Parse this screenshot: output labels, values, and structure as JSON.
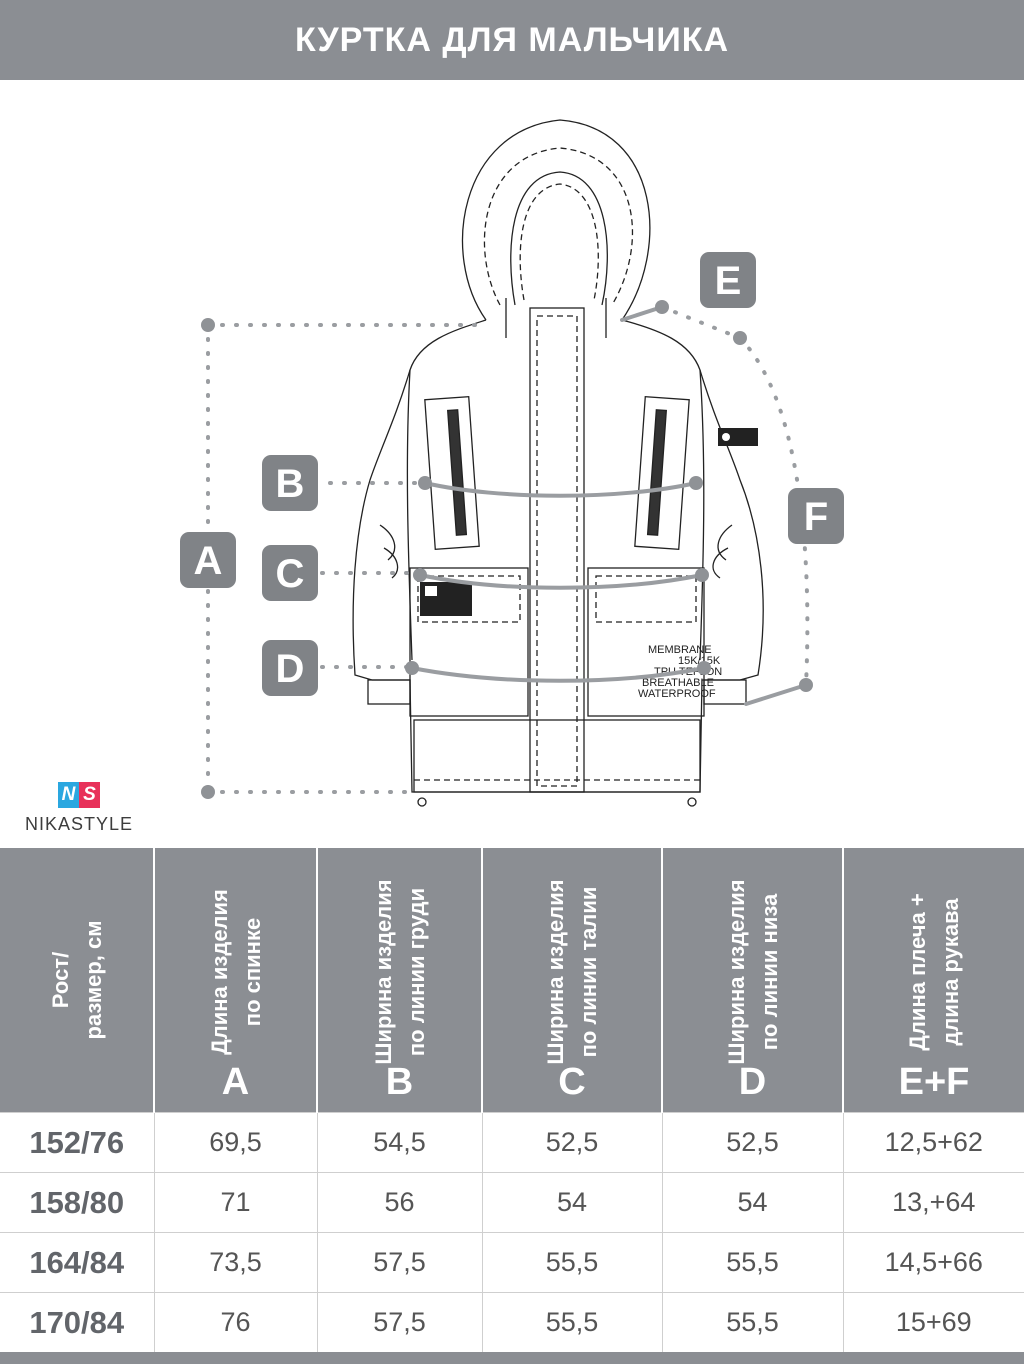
{
  "title": "КУРТКА ДЛЯ МАЛЬЧИКА",
  "brand": {
    "logo_mark_left": "N",
    "logo_mark_right": "S",
    "name": "NIKASTYLE"
  },
  "diagram": {
    "labels": {
      "a": "A",
      "b": "B",
      "c": "C",
      "d": "D",
      "e": "E",
      "f": "F"
    },
    "chest_tag_text": "MEMBRANE 15K/15K",
    "print_lines": [
      "MEMBRANE",
      "15K/15K",
      "TPU TEFLON",
      "BREATHABLE",
      "WATERPROOF"
    ]
  },
  "table": {
    "headers": [
      {
        "line1": "Рост/",
        "line2": "размер, см",
        "letter": ""
      },
      {
        "line1": "Длина изделия",
        "line2": "по спинке",
        "letter": "A"
      },
      {
        "line1": "Ширина изделия",
        "line2": "по линии груди",
        "letter": "B"
      },
      {
        "line1": "Ширина изделия",
        "line2": "по линии талии",
        "letter": "C"
      },
      {
        "line1": "Ширина изделия",
        "line2": "по линии низа",
        "letter": "D"
      },
      {
        "line1": "Длина плеча +",
        "line2": "длина рукава",
        "letter": "E+F"
      }
    ],
    "rows": [
      [
        "152/76",
        "69,5",
        "54,5",
        "52,5",
        "52,5",
        "12,5+62"
      ],
      [
        "158/80",
        "71",
        "56",
        "54",
        "54",
        "13,+64"
      ],
      [
        "164/84",
        "73,5",
        "57,5",
        "55,5",
        "55,5",
        "14,5+66"
      ],
      [
        "170/84",
        "76",
        "57,5",
        "55,5",
        "55,5",
        "15+69"
      ]
    ]
  },
  "colors": {
    "banner": "#8b8e93",
    "label_box": "#808387",
    "dots": "#9a9da1",
    "logo_blue": "#2aa7e0",
    "logo_red": "#e8315a"
  }
}
